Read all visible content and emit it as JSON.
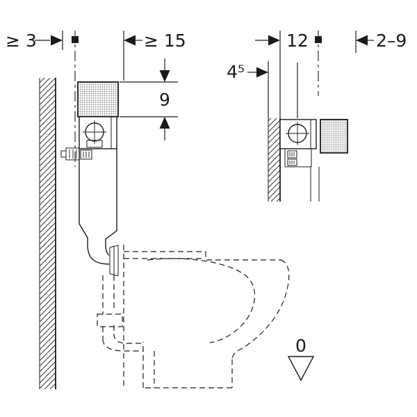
{
  "figure": {
    "kind": "concealed-cistern-installation-diagram",
    "background": "#ffffff",
    "ink_color": "#1a1a1a",
    "labels": {
      "min_side_clearance": "≥ 3",
      "min_top_clearance": "≥ 15",
      "cover_depth": "9",
      "wall_to_axis": "12",
      "finish_thickness_range": "2–9",
      "axis_offset": "4⁵",
      "floor_level": "0"
    }
  }
}
